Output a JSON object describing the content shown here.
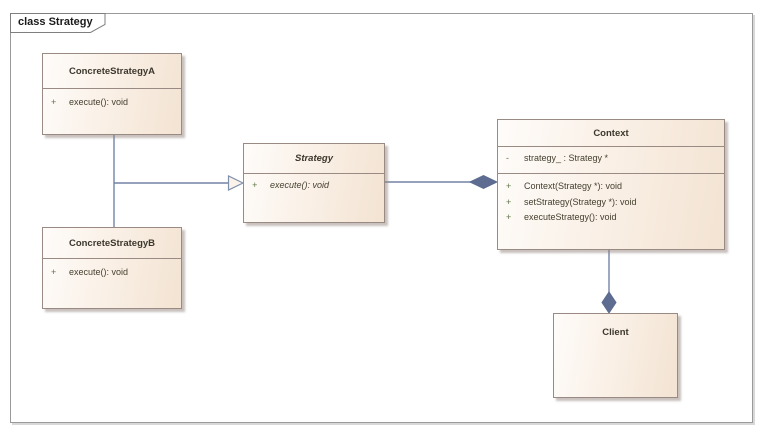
{
  "frame": {
    "label": "class Strategy"
  },
  "colors": {
    "box_fill_light": "#fefcfa",
    "box_fill_dark": "#f3e3d2",
    "box_border": "#9a8a84",
    "connector": "#7384a5",
    "composition_diamond": "#5d6c90",
    "generalization_arrow_fill": "#fbf2e9",
    "frame_border": "#9a9a9a",
    "title_text": "#3c372d",
    "member_text": "#45402f",
    "visibility_sign": "#5f7447"
  },
  "classes": [
    {
      "name": "ConcreteStrategyA",
      "abstract": false,
      "attributes": [],
      "operations": [
        {
          "visibility": "+",
          "signature": "execute(): void"
        }
      ]
    },
    {
      "name": "ConcreteStrategyB",
      "abstract": false,
      "attributes": [],
      "operations": [
        {
          "visibility": "+",
          "signature": "execute(): void"
        }
      ]
    },
    {
      "name": "Strategy",
      "abstract": true,
      "attributes": [],
      "operations": [
        {
          "visibility": "+",
          "signature": "execute(): void"
        }
      ]
    },
    {
      "name": "Context",
      "abstract": false,
      "attributes": [
        {
          "visibility": "-",
          "signature": "strategy_ : Strategy *"
        }
      ],
      "operations": [
        {
          "visibility": "+",
          "signature": "Context(Strategy *): void"
        },
        {
          "visibility": "+",
          "signature": "setStrategy(Strategy *): void"
        },
        {
          "visibility": "+",
          "signature": "executeStrategy(): void"
        }
      ]
    },
    {
      "name": "Client",
      "abstract": false,
      "attributes": [],
      "operations": []
    }
  ],
  "relationships": [
    {
      "type": "generalization",
      "from": "ConcreteStrategyA",
      "to": "Strategy"
    },
    {
      "type": "generalization",
      "from": "ConcreteStrategyB",
      "to": "Strategy"
    },
    {
      "type": "composition",
      "owner": "Context",
      "part": "Strategy"
    },
    {
      "type": "composition",
      "owner": "Client",
      "part": "Context"
    }
  ]
}
